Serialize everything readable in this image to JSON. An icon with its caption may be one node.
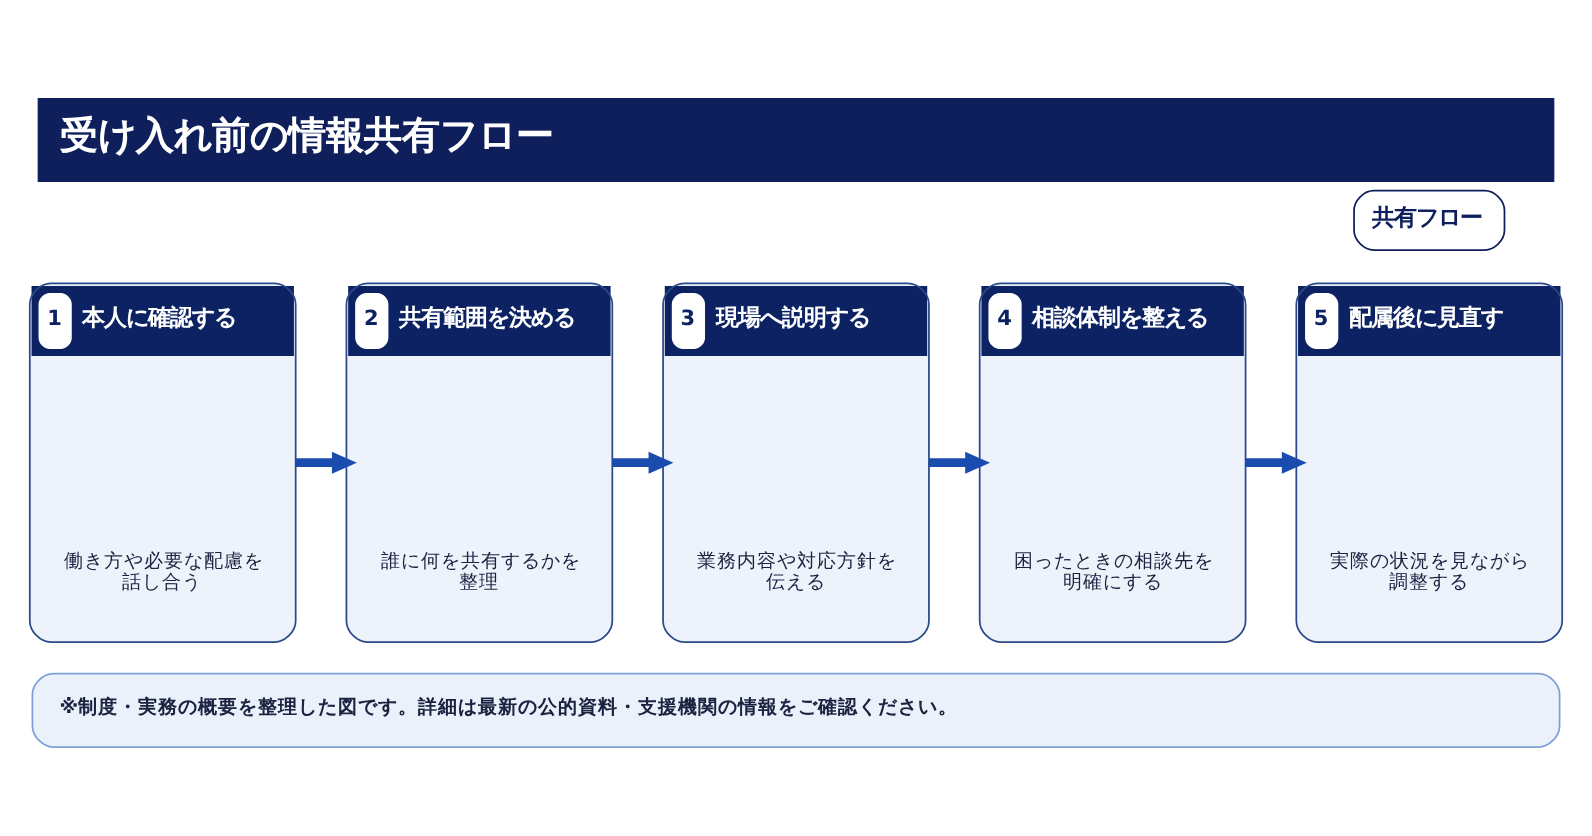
{
  "diagram": {
    "title": "受け入れ前の情報共有フロー",
    "nodes": [
      {
        "text": [
          "1",
          "本人に確認する",
          "働き方や必要な配慮を話し合う"
        ]
      },
      {
        "text": [
          "2",
          "共有範囲を決める",
          "誰に何を共有するかを整理"
        ]
      },
      {
        "text": [
          "3",
          "現場へ説明する",
          "業務内容や対応方針を伝える"
        ]
      },
      {
        "text": [
          "4",
          "相談体制を整える",
          "困ったときの相談先を明確にする"
        ]
      },
      {
        "text": [
          "5",
          "配属後に見直す",
          "実際の状況を見ながら調整する"
        ]
      }
    ],
    "edges": [
      {
        "from": 0,
        "to": 1,
        "arrow": "to"
      },
      {
        "from": 1,
        "to": 2,
        "arrow": "to"
      },
      {
        "from": 2,
        "to": 3,
        "arrow": "to"
      },
      {
        "from": 3,
        "to": 4,
        "arrow": "to"
      }
    ],
    "labels": [
      "共有フロー",
      "※制度・実務の概要を整理した図です。詳細は最新の公的資料・支援機関の情報をご確認ください。"
    ]
  }
}
